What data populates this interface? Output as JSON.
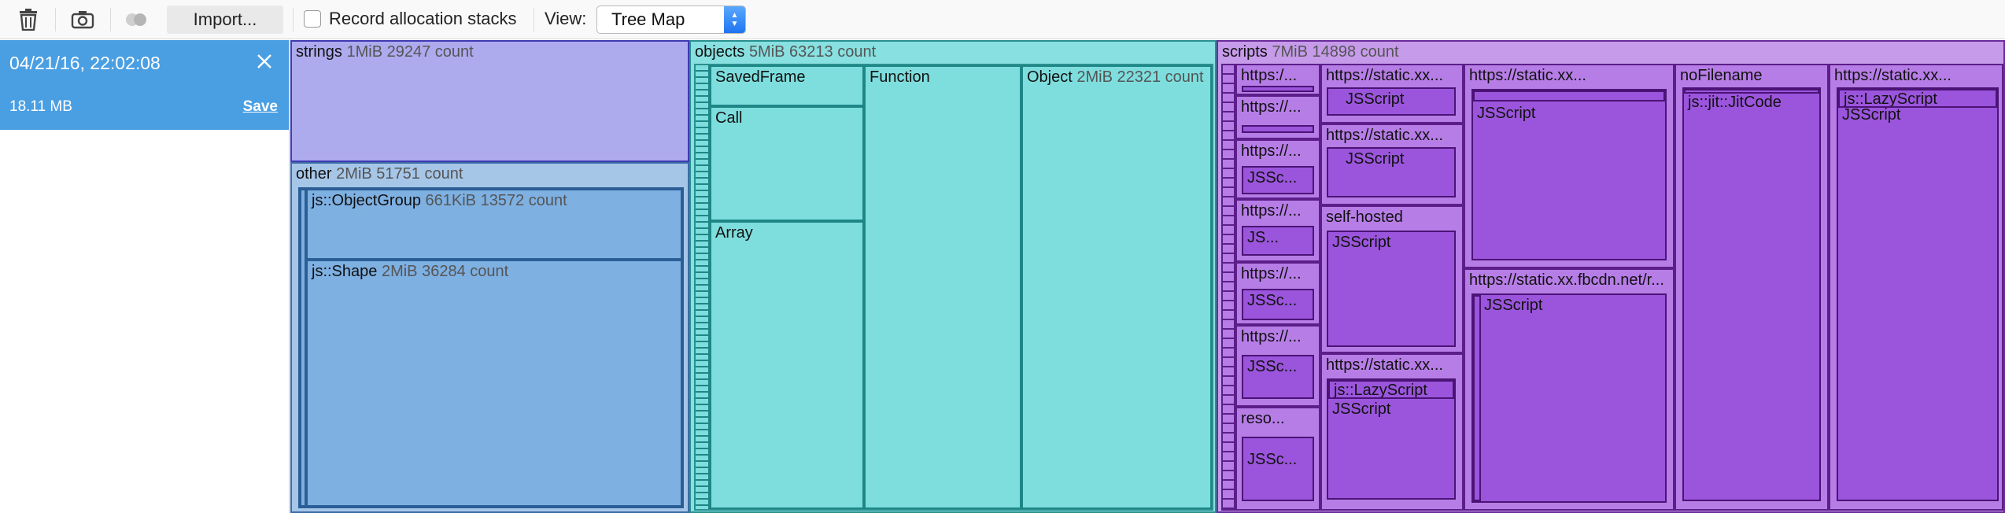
{
  "toolbar": {
    "import_label": "Import...",
    "record_label": "Record allocation stacks",
    "record_checked": false,
    "view_label": "View:",
    "view_value": "Tree Map",
    "icons": [
      "trash-icon",
      "camera-icon",
      "toggle-diff-icon"
    ]
  },
  "snapshot": {
    "time": "04/21/16, 22:02:08",
    "size": "18.11 MB",
    "save_label": "Save",
    "accent": "#4a9fe3"
  },
  "treemap": {
    "strings": {
      "name": "strings",
      "count": "1MiB 29247 count"
    },
    "other": {
      "name": "other",
      "count": "2MiB 51751 count"
    },
    "objectgroup": {
      "name": "js::ObjectGroup",
      "count": "661KiB 13572 count"
    },
    "shape": {
      "name": "js::Shape",
      "count": "2MiB 36284 count"
    },
    "objects": {
      "name": "objects",
      "count": "5MiB 63213 count"
    },
    "savedframe": "SavedFrame",
    "call": "Call",
    "array": "Array",
    "function": "Function",
    "object": {
      "name": "Object",
      "count": "2MiB 22321 count"
    },
    "scripts": {
      "name": "scripts",
      "count": "7MiB 14898 count"
    },
    "col1": [
      "https:/...",
      "https://...",
      "https://...",
      "https://...",
      "https://...",
      "https://...",
      "reso..."
    ],
    "col1_inner": [
      "",
      "",
      "JSSc...",
      "JS...",
      "JSSc...",
      "JSSc...",
      "JSSc..."
    ],
    "col2": [
      "https://static.xx...",
      "https://static.xx...",
      "self-hosted",
      "https://static.xx..."
    ],
    "col2_inner": [
      "JSScript",
      "JSScript",
      "JSScript",
      "js::LazyScript",
      "JSScript"
    ],
    "col3": [
      "https://static.xx...",
      "https://static.xx.fbcdn.net/r..."
    ],
    "col3_inner": [
      "JSScript",
      "JSScript"
    ],
    "nofilename": {
      "name": "noFilename",
      "inner": "js::jit::JitCode"
    },
    "col5": {
      "name": "https://static.xx...",
      "lazy": "js::LazyScript",
      "inner": "JSScript"
    }
  }
}
